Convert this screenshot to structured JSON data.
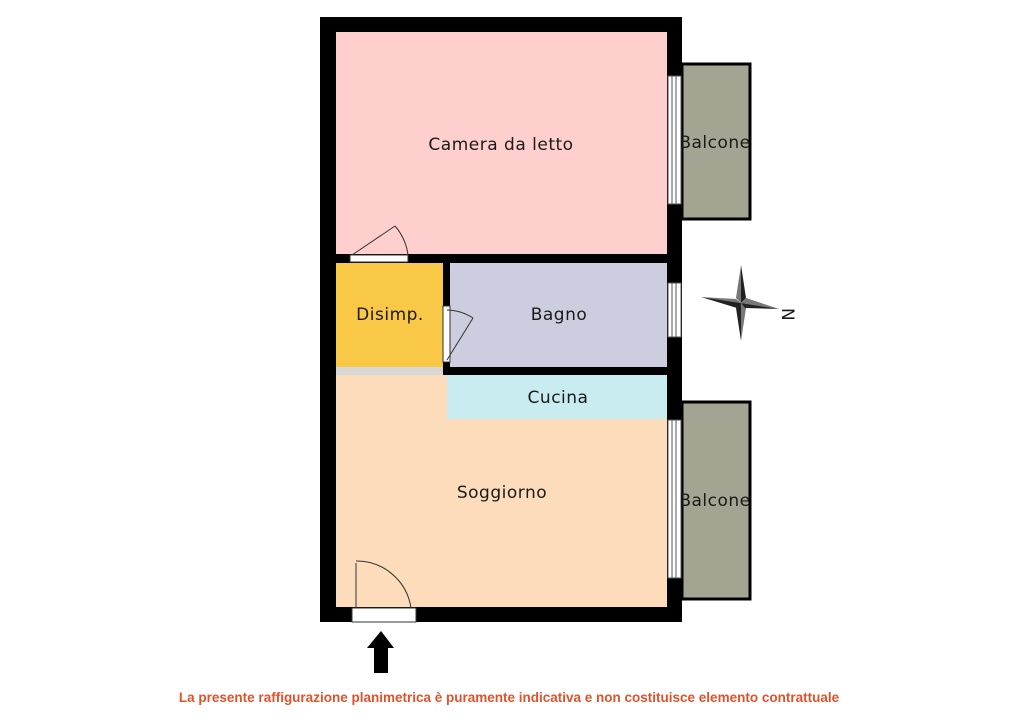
{
  "rooms": {
    "camera": {
      "label": "Camera da letto",
      "color": "#fecfcc"
    },
    "disimpegno": {
      "label": "Disimp.",
      "color": "#f9c846"
    },
    "bagno": {
      "label": "Bagno",
      "color": "#cdcde0"
    },
    "cucina": {
      "label": "Cucina",
      "color": "#c8ecef"
    },
    "soggiorno": {
      "label": "Soggiorno",
      "color": "#fddcbc"
    },
    "balcone_top": {
      "label": "Balcone",
      "color": "#a3a592"
    },
    "balcone_bottom": {
      "label": "Balcone",
      "color": "#a3a592"
    }
  },
  "compass": {
    "north_label": "N"
  },
  "disclaimer": "La presente raffigurazione planimetrica è puramente indicativa e non costituisce elemento contrattuale",
  "colors": {
    "wall": "#000000",
    "disclaimer": "#e0522b"
  }
}
